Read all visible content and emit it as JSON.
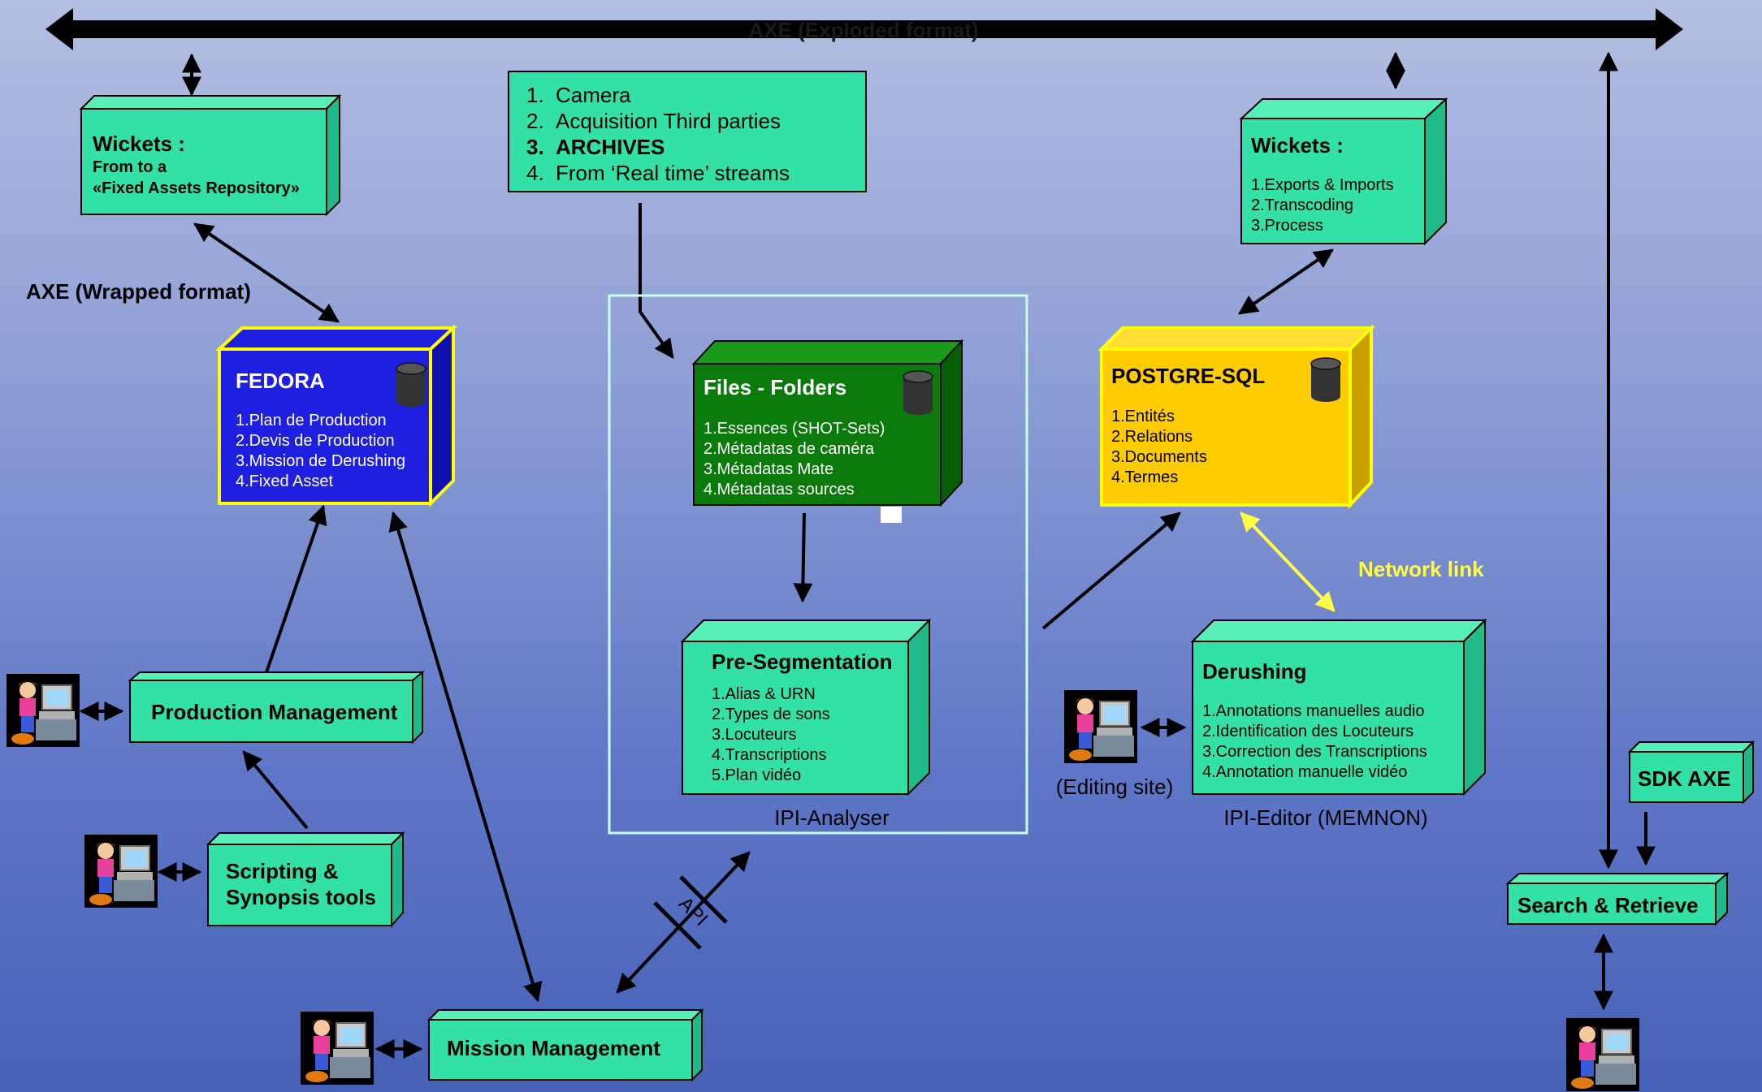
{
  "axis": {
    "exploded_label": "AXE (Exploded format)",
    "wrapped_label": "AXE (Wrapped format)"
  },
  "colors": {
    "box_face": "#33e0a8",
    "box_side": "#1fb98a",
    "box_top": "#58eeb8",
    "fedora_face": "#1f1fe0",
    "fedora_border": "#ffff00",
    "files_face": "#0a7a0a",
    "postgre_face": "#ffcc00",
    "network_link": "#ffff44"
  },
  "wickets_left": {
    "title": "Wickets :",
    "line1": "From  to a",
    "line2": "«Fixed Assets Repository»"
  },
  "sources": {
    "items": [
      {
        "n": "1.",
        "text": "Camera"
      },
      {
        "n": "2.",
        "text": "Acquisition Third parties"
      },
      {
        "n": "3.",
        "text": "ARCHIVES"
      },
      {
        "n": "4.",
        "text": "From ‘Real time’ streams"
      }
    ]
  },
  "wickets_right": {
    "title": "Wickets :",
    "items": [
      "1.Exports & Imports",
      "2.Transcoding",
      "3.Process"
    ]
  },
  "fedora": {
    "title": "FEDORA",
    "items": [
      "1.Plan de Production",
      "2.Devis de Production",
      "3.Mission de Derushing",
      "4.Fixed Asset"
    ]
  },
  "files": {
    "title": "Files - Folders",
    "items": [
      "1.Essences (SHOT-Sets)",
      "2.Métadatas de caméra",
      "3.Métadatas Mate",
      "4.Métadatas sources"
    ]
  },
  "postgre": {
    "title": "POSTGRE-SQL",
    "items": [
      "1.Entités",
      "2.Relations",
      "3.Documents",
      "4.Termes"
    ]
  },
  "presegmentation": {
    "title": "Pre-Segmentation",
    "items": [
      "1.Alias & URN",
      "2.Types de sons",
      "3.Locuteurs",
      "4.Transcriptions",
      "5.Plan vidéo"
    ]
  },
  "derushing": {
    "title": "Derushing",
    "items": [
      "1.Annotations manuelles audio",
      "2.Identification des Locuteurs",
      "3.Correction des Transcriptions",
      "4.Annotation manuelle vidéo"
    ]
  },
  "production_management": "Production Management",
  "scripting": {
    "line1": "Scripting &",
    "line2": "Synopsis tools"
  },
  "mission_management": "Mission Management",
  "sdk_axe": "SDK AXE",
  "search_retrieve": "Search & Retrieve",
  "ipi_analyser": "IPI-Analyser",
  "ipi_editor": "IPI-Editor (MEMNON)",
  "editing_site": "(Editing site)",
  "network_link": "Network link",
  "api": "API",
  "icons": [
    "user-at-computer-icon",
    "database-cylinder-icon"
  ]
}
